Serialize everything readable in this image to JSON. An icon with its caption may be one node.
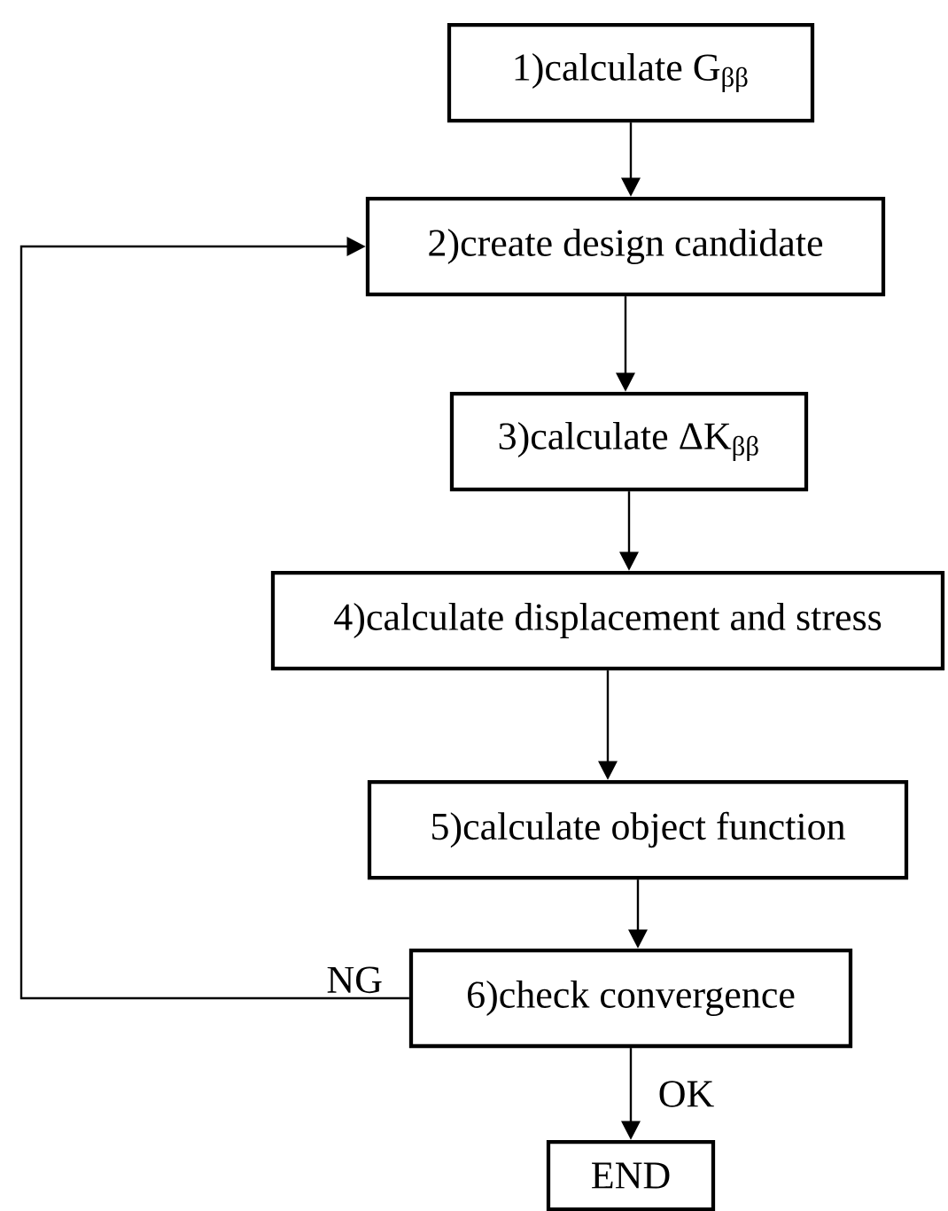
{
  "diagram": {
    "nodes": [
      {
        "text": [
          "1)calculate G$_{ββ}$"
        ]
      },
      {
        "text": [
          "2)create design candidate"
        ]
      },
      {
        "text": [
          "3)calculate ΔK$_{ββ}$"
        ]
      },
      {
        "text": [
          "4)calculate displacement and stress"
        ]
      },
      {
        "text": [
          "5)calculate object function"
        ]
      },
      {
        "text": [
          "6)check convergence"
        ]
      },
      {
        "text": [
          "END"
        ]
      }
    ],
    "edges": [
      {
        "from": 0,
        "to": 1,
        "arrow": "to"
      },
      {
        "from": 1,
        "to": 2,
        "arrow": "to"
      },
      {
        "from": 2,
        "to": 3,
        "arrow": "to"
      },
      {
        "from": 3,
        "to": 4,
        "arrow": "to"
      },
      {
        "from": 4,
        "to": 5,
        "arrow": "to"
      },
      {
        "from": 5,
        "to": 1,
        "arrow": "to",
        "label": "NG"
      },
      {
        "from": 5,
        "to": 6,
        "arrow": "to",
        "label": "OK"
      }
    ]
  }
}
